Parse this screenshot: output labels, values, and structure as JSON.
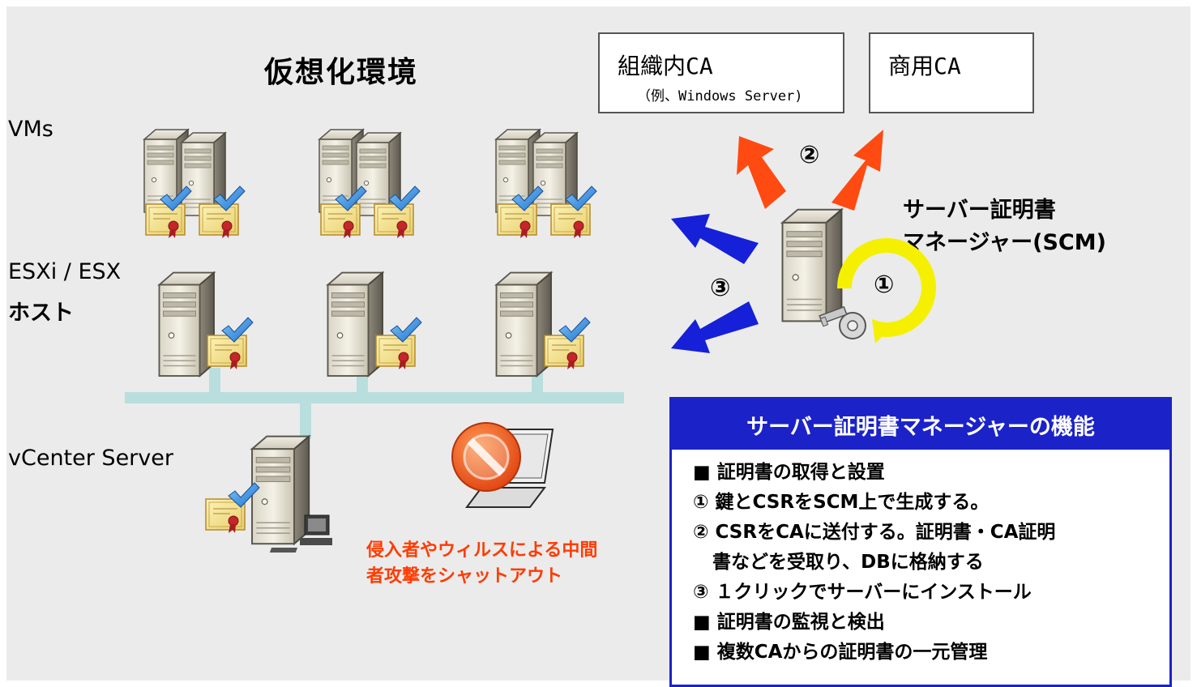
{
  "title": "仮想化環境",
  "labels": {
    "vms": "VMs",
    "esx": "ESXi / ESX",
    "host": "ホスト",
    "vcenter": "vCenter Server"
  },
  "ca": {
    "internal_title": "組織内CA",
    "internal_sub": "（例、Windows Server)",
    "commercial_title": "商用CA"
  },
  "scm": {
    "line1": "サーバー証明書",
    "line2": "マネージャー(SCM)"
  },
  "steps": {
    "one": "①",
    "two": "②",
    "three": "③"
  },
  "warning": {
    "line1": "侵入者やウィルスによる中間",
    "line2": "者攻撃をシャットアウト"
  },
  "features": {
    "header": "サーバー証明書マネージャーの機能",
    "items": [
      "■ 証明書の取得と設置",
      "① 鍵とCSRをSCM上で生成する。",
      "② CSRをCAに送付する。証明書・CA証明",
      "   書などを受取り、DBに格納する",
      "③ １クリックでサーバーにインストール",
      "",
      "■ 証明書の監視と検出",
      "■ 複数CAからの証明書の一元管理"
    ]
  },
  "colors": {
    "background": "#ebebeb",
    "network_line": "#b9dede",
    "arrow_red": "#ff4a12",
    "arrow_blue": "#1520d8",
    "feature_blue": "#1b22c8",
    "warning_text": "#ff3b00",
    "key_ring": "#f5f000"
  },
  "icons": [
    "server-icon",
    "certificate-icon",
    "checkmark-icon",
    "key-icon",
    "refresh-ring-icon",
    "prohibited-laptop-icon",
    "workstation-icon"
  ]
}
